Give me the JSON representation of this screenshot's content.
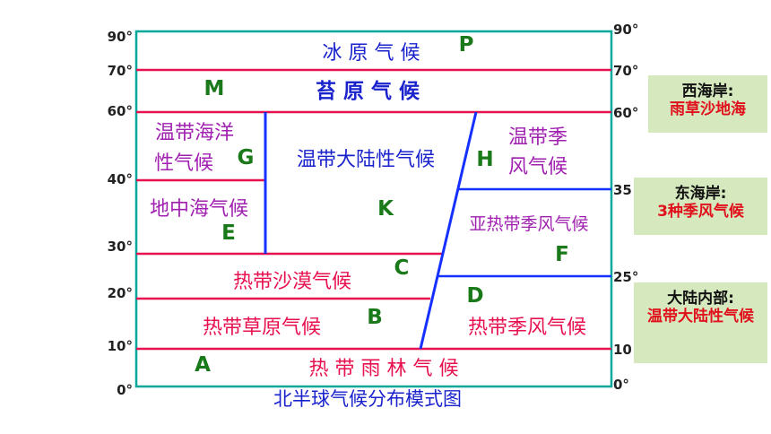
{
  "caption": "北半球气候分布模式图",
  "colors": {
    "border": "#00a89a",
    "latitude_line": "#e8114f",
    "boundary_line": "#1530ff",
    "pink_text": "#e8114f",
    "purple_text": "#a020b0",
    "blue_text": "#1a22cc",
    "green_letter": "#1a7a1a",
    "axis_text": "#222222",
    "side_box_bg": "#d6e8bd",
    "side_box_title": "#111111",
    "side_box_body": "#e0101c"
  },
  "left_axis": [
    "90°",
    "70°",
    "60°",
    "40°",
    "30°",
    "20°",
    "10°",
    "0°"
  ],
  "right_axis": [
    "90°",
    "70°",
    "60°",
    "35",
    "25°",
    "10",
    "0°"
  ],
  "climate_zones": {
    "ice_cap": "冰 原 气 候",
    "tundra": "苔 原 气 候",
    "temperate_maritime_line1": "温带海洋",
    "temperate_maritime_line2": "性气候",
    "mediterranean": "地中海气候",
    "temperate_continental": "温带大陆性气候",
    "temperate_monsoon_line1": "温带季",
    "temperate_monsoon_line2": "风气候",
    "subtropical_monsoon": "亚热带季风气候",
    "tropical_desert": "热带沙漠气候",
    "tropical_savanna": "热带草原气候",
    "tropical_monsoon": "热带季风气候",
    "tropical_rainforest": "热 带 雨 林 气 候"
  },
  "letters": [
    "P",
    "M",
    "G",
    "H",
    "K",
    "E",
    "F",
    "C",
    "D",
    "B",
    "A"
  ],
  "side_boxes": [
    {
      "title": "西海岸:",
      "body": "雨草沙地海"
    },
    {
      "title": "东海岸:",
      "body": "3种季风气候"
    },
    {
      "title": "大陆内部:",
      "body": "温带大陆性气候"
    }
  ]
}
